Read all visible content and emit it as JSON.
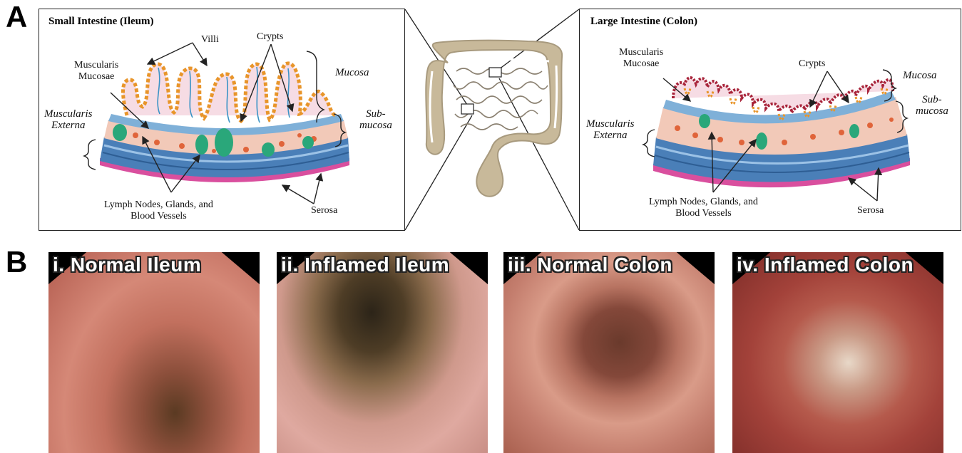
{
  "panel_a": {
    "letter": "A",
    "small_intestine": {
      "title": "Small Intestine (Ileum)",
      "villi": "Villi",
      "crypts": "Crypts",
      "muscularis_mucosae": [
        "Muscularis",
        "Mucosae"
      ],
      "mucosa": "Mucosa",
      "submucosa": [
        "Sub-",
        "mucosa"
      ],
      "muscularis_externa": [
        "Muscularis",
        "Externa"
      ],
      "lymph": [
        "Lymph Nodes, Glands, and",
        "Blood Vessels"
      ],
      "serosa": "Serosa"
    },
    "large_intestine": {
      "title": "Large Intestine (Colon)",
      "muscularis_mucosae": [
        "Muscularis",
        "Mucosae"
      ],
      "crypts": "Crypts",
      "mucosa": "Mucosa",
      "submucosa": [
        "Sub-",
        "mucosa"
      ],
      "muscularis_externa": [
        "Muscularis",
        "Externa"
      ],
      "lymph": [
        "Lymph Nodes, Glands, and",
        "Blood Vessels"
      ],
      "serosa": "Serosa"
    }
  },
  "panel_b": {
    "letter": "B",
    "photos": [
      {
        "label": "i. Normal Ileum"
      },
      {
        "label": "ii. Inflamed Ileum"
      },
      {
        "label": "iii. Normal Colon"
      },
      {
        "label": "iv. Inflamed Colon"
      }
    ]
  },
  "colors": {
    "mucosa_orange": "#e8952a",
    "colon_red": "#a8243a",
    "submucosa_blue": "#6b9fce",
    "serosa_pink": "#d94f9e",
    "muscle_blue": "#4a7fb8",
    "gland_green": "#2aa77a",
    "gut_beige": "#c8b99a"
  }
}
